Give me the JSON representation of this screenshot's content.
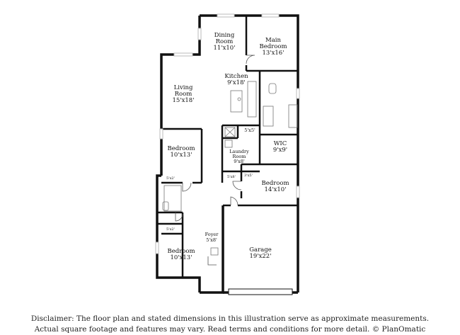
{
  "rooms": {
    "dining": {
      "name": "Dining",
      "name2": "Room",
      "dims": "11'x10'"
    },
    "main_bedroom": {
      "name": "Main",
      "name2": "Bedroom",
      "dims": "13'x16'"
    },
    "living": {
      "name": "Living",
      "name2": "Room",
      "dims": "15'x18'"
    },
    "kitchen": {
      "name": "Kitchen",
      "dims": "9'x18'"
    },
    "bath_small": {
      "dims": "5'x5'"
    },
    "laundry": {
      "name": "Laundry",
      "name2": "Room",
      "dims": "9'x8'"
    },
    "wic": {
      "name": "WIC",
      "dims": "9'x9'"
    },
    "bedroom_left": {
      "name": "Bedroom",
      "dims": "10'x13'"
    },
    "closet_a": {
      "dims": "5'x2'"
    },
    "closet_b": {
      "dims": "5'x8'"
    },
    "closet_c": {
      "dims": "3'x5'"
    },
    "bedroom_right": {
      "name": "Bedroom",
      "dims": "14'x10'"
    },
    "closet_d": {
      "dims": "5'x2'"
    },
    "foyer": {
      "name": "Foyer",
      "dims": "5'x8'"
    },
    "garage": {
      "name": "Garage",
      "dims": "19'x22'"
    },
    "bedroom_bottom": {
      "name": "Bedroom",
      "dims": "10'x13'"
    }
  },
  "disclaimer": {
    "line1": "Disclaimer: The floor plan and stated dimensions in this illustration serve as approximate measurements.",
    "line2": "Actual square footage and features may vary. Read terms and conditions for more detail. © PlanOmatic"
  },
  "colors": {
    "wall": "#111111",
    "window": "#d8d8d8",
    "fixture": "#777777"
  }
}
